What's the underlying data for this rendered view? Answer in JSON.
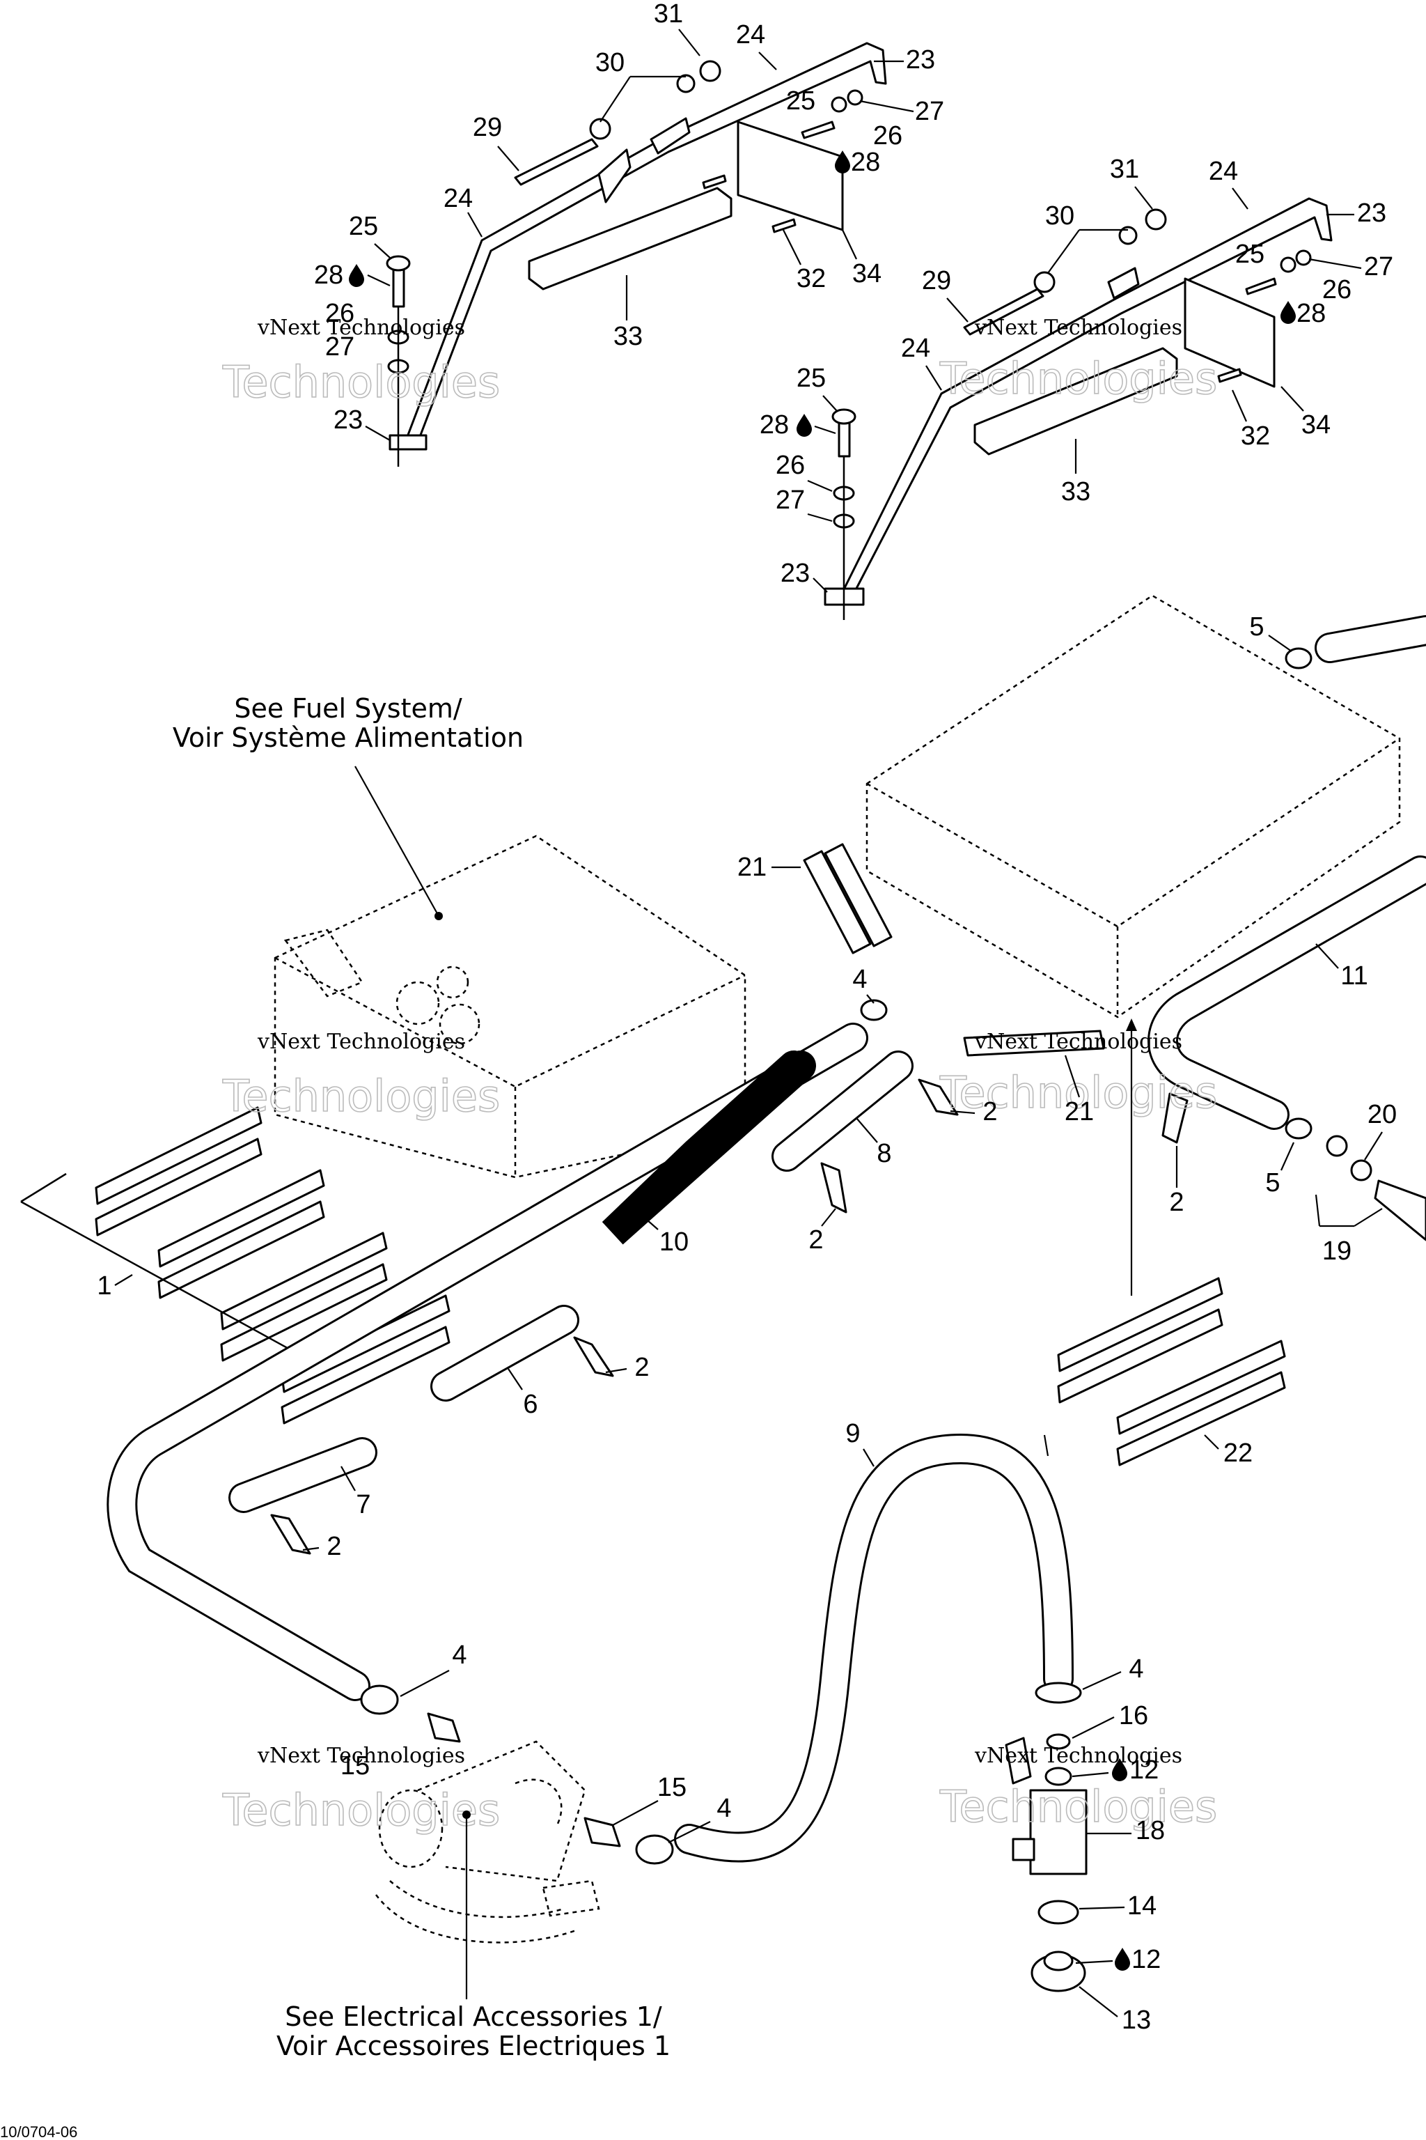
{
  "notes": {
    "fuel_line1": "See Fuel System/",
    "fuel_line2": "Voir Système Alimentation",
    "elec_line1": "See Electrical Accessories 1/",
    "elec_line2": "Voir Accessoires Electriques 1"
  },
  "watermark": {
    "line1": "vNext Technologies",
    "line2": "Technologies"
  },
  "reference": "10/0704-06",
  "callouts": {
    "c1": "1",
    "c2": "2",
    "c4": "4",
    "c5": "5",
    "c6": "6",
    "c7": "7",
    "c8": "8",
    "c9": "9",
    "c10": "10",
    "c11": "11",
    "c12": "12",
    "c13": "13",
    "c14": "14",
    "c15": "15",
    "c16": "16",
    "c18": "18",
    "c19": "19",
    "c20": "20",
    "c21": "21",
    "c22": "22",
    "c23": "23",
    "c24": "24",
    "c25": "25",
    "c26": "26",
    "c27": "27",
    "c28": "28",
    "c29": "29",
    "c30": "30",
    "c31": "31",
    "c32": "32",
    "c33": "33",
    "c34": "34"
  }
}
